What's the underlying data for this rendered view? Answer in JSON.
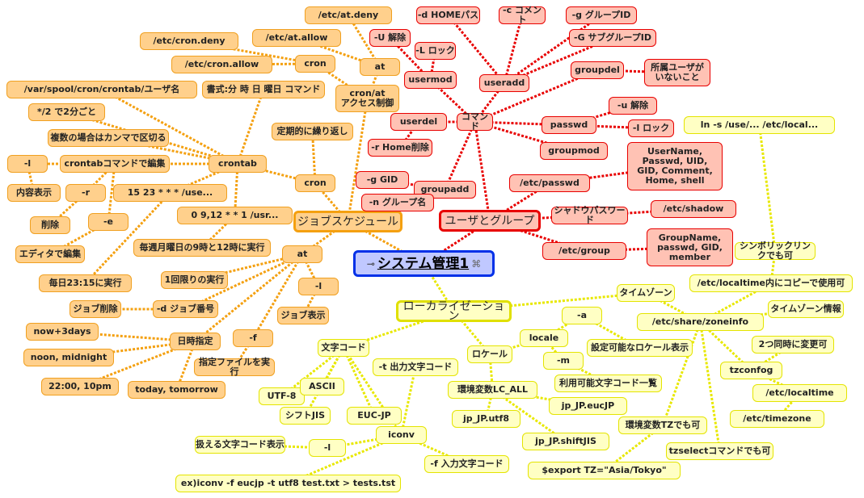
{
  "colors": {
    "jobs": "#f4a010",
    "users": "#e80000",
    "loc": "#e8e800",
    "center": "#0030e8"
  },
  "center": {
    "text": "システム管理1",
    "icon_left": "link-icon",
    "icon_right": "note-icon"
  },
  "nodes": [
    {
      "id": "jobs",
      "text": "ジョブスケジュール",
      "parent": "center",
      "group": "jobs",
      "main": true
    },
    {
      "id": "users",
      "text": "ユーザとグループ",
      "parent": "center",
      "group": "users",
      "main": true
    },
    {
      "id": "loc",
      "text": "ローカライゼーション",
      "parent": "center",
      "group": "loc",
      "main": true
    },
    {
      "id": "ctrl",
      "text": "cron/at\nアクセス制御",
      "parent": "jobs",
      "group": "jobs"
    },
    {
      "id": "cron1",
      "text": "cron",
      "parent": "ctrl",
      "group": "jobs"
    },
    {
      "id": "at1",
      "text": "at",
      "parent": "ctrl",
      "group": "jobs"
    },
    {
      "id": "crondeny",
      "text": "/etc/cron.deny",
      "parent": "cron1",
      "group": "jobs"
    },
    {
      "id": "cronallow",
      "text": "/etc/cron.allow",
      "parent": "cron1",
      "group": "jobs"
    },
    {
      "id": "atdeny",
      "text": "/etc/at.deny",
      "parent": "at1",
      "group": "jobs"
    },
    {
      "id": "atallow",
      "text": "/etc/at.allow",
      "parent": "at1",
      "group": "jobs"
    },
    {
      "id": "cron2",
      "text": "cron",
      "parent": "jobs",
      "group": "jobs"
    },
    {
      "id": "teiki",
      "text": "定期的に繰り返し",
      "parent": "cron2",
      "group": "jobs"
    },
    {
      "id": "crontab",
      "text": "crontab",
      "parent": "cron2",
      "group": "jobs"
    },
    {
      "id": "path",
      "text": "/var/spool/cron/crontab/ユーザ名",
      "parent": "crontab",
      "group": "jobs"
    },
    {
      "id": "shoshiki",
      "text": "書式:分 時 日 曜日 コマンド",
      "parent": "crontab",
      "group": "jobs"
    },
    {
      "id": "every2",
      "text": "*/2 で2分ごと",
      "parent": "crontab",
      "group": "jobs"
    },
    {
      "id": "comma",
      "text": "複数の場合はカンマで区切る",
      "parent": "crontab",
      "group": "jobs"
    },
    {
      "id": "cmdedit",
      "text": "crontabコマンドで編集",
      "parent": "crontab",
      "group": "jobs"
    },
    {
      "id": "cl",
      "text": "-l",
      "parent": "cmdedit",
      "group": "jobs"
    },
    {
      "id": "naiyo",
      "text": "内容表示",
      "parent": "cl",
      "group": "jobs"
    },
    {
      "id": "cr",
      "text": "-r",
      "parent": "cmdedit",
      "group": "jobs"
    },
    {
      "id": "sakujo",
      "text": "削除",
      "parent": "cr",
      "group": "jobs"
    },
    {
      "id": "ce",
      "text": "-e",
      "parent": "cmdedit",
      "group": "jobs"
    },
    {
      "id": "editor",
      "text": "エディタで編集",
      "parent": "ce",
      "group": "jobs"
    },
    {
      "id": "ex1523",
      "text": "15 23 * * * /use...",
      "parent": "crontab",
      "group": "jobs"
    },
    {
      "id": "daily",
      "text": "毎日23:15に実行",
      "parent": "ex1523",
      "group": "jobs"
    },
    {
      "id": "ex0912",
      "text": "0 9,12 * * 1 /usr...",
      "parent": "crontab",
      "group": "jobs"
    },
    {
      "id": "weekly",
      "text": "毎週月曜日の9時と12時に実行",
      "parent": "ex0912",
      "group": "jobs"
    },
    {
      "id": "at2",
      "text": "at",
      "parent": "jobs",
      "group": "jobs"
    },
    {
      "id": "once",
      "text": "1回限りの実行",
      "parent": "at2",
      "group": "jobs"
    },
    {
      "id": "atl",
      "text": "-l",
      "parent": "at2",
      "group": "jobs"
    },
    {
      "id": "jobshow",
      "text": "ジョブ表示",
      "parent": "atl",
      "group": "jobs"
    },
    {
      "id": "dnum",
      "text": "-d ジョブ番号",
      "parent": "at2",
      "group": "jobs"
    },
    {
      "id": "jobdel",
      "text": "ジョブ削除",
      "parent": "dnum",
      "group": "jobs"
    },
    {
      "id": "datetime",
      "text": "日時指定",
      "parent": "at2",
      "group": "jobs"
    },
    {
      "id": "now3",
      "text": "now+3days",
      "parent": "datetime",
      "group": "jobs"
    },
    {
      "id": "noon",
      "text": "noon, midnight",
      "parent": "datetime",
      "group": "jobs"
    },
    {
      "id": "t2200",
      "text": "22:00, 10pm",
      "parent": "datetime",
      "group": "jobs"
    },
    {
      "id": "today",
      "text": "today, tomorrow",
      "parent": "datetime",
      "group": "jobs"
    },
    {
      "id": "atf",
      "text": "-f",
      "parent": "at2",
      "group": "jobs"
    },
    {
      "id": "fileexec",
      "text": "指定ファイルを実行",
      "parent": "atf",
      "group": "jobs"
    },
    {
      "id": "cmd",
      "text": "コマンド",
      "parent": "users",
      "group": "users"
    },
    {
      "id": "usermod",
      "text": "usermod",
      "parent": "cmd",
      "group": "users"
    },
    {
      "id": "uU",
      "text": "-U 解除",
      "parent": "usermod",
      "group": "users"
    },
    {
      "id": "uL",
      "text": "-L ロック",
      "parent": "usermod",
      "group": "users"
    },
    {
      "id": "useradd",
      "text": "useradd",
      "parent": "cmd",
      "group": "users"
    },
    {
      "id": "ad",
      "text": "-d HOMEパス",
      "parent": "useradd",
      "group": "users"
    },
    {
      "id": "ac",
      "text": "-c コメント",
      "parent": "useradd",
      "group": "users"
    },
    {
      "id": "ag",
      "text": "-g グループID",
      "parent": "useradd",
      "group": "users"
    },
    {
      "id": "aG",
      "text": "-G サブグループID",
      "parent": "useradd",
      "group": "users"
    },
    {
      "id": "groupdel",
      "text": "groupdel",
      "parent": "cmd",
      "group": "users"
    },
    {
      "id": "shozoku",
      "text": "所属ユーザが\nいないこと",
      "parent": "groupdel",
      "group": "users"
    },
    {
      "id": "userdel",
      "text": "userdel",
      "parent": "cmd",
      "group": "users"
    },
    {
      "id": "rhome",
      "text": "-r Home削除",
      "parent": "userdel",
      "group": "users"
    },
    {
      "id": "passwd",
      "text": "passwd",
      "parent": "cmd",
      "group": "users"
    },
    {
      "id": "pu",
      "text": "-u 解除",
      "parent": "passwd",
      "group": "users"
    },
    {
      "id": "pl",
      "text": "-l ロック",
      "parent": "passwd",
      "group": "users"
    },
    {
      "id": "groupmod",
      "text": "groupmod",
      "parent": "cmd",
      "group": "users"
    },
    {
      "id": "groupadd",
      "text": "groupadd",
      "parent": "cmd",
      "group": "users"
    },
    {
      "id": "ggid",
      "text": "-g GID",
      "parent": "groupadd",
      "group": "users"
    },
    {
      "id": "ngrp",
      "text": "-n グループ名",
      "parent": "groupadd",
      "group": "users"
    },
    {
      "id": "passwdf",
      "text": "/etc/passwd",
      "parent": "users",
      "group": "users"
    },
    {
      "id": "userfields",
      "text": "UserName,\nPasswd, UID,\nGID, Comment,\nHome, shell",
      "parent": "passwdf",
      "group": "users"
    },
    {
      "id": "shadowlbl",
      "text": "シャドウパスワード",
      "parent": "users",
      "group": "users"
    },
    {
      "id": "etcshadow",
      "text": "/etc/shadow",
      "parent": "shadowlbl",
      "group": "users"
    },
    {
      "id": "groupf",
      "text": "/etc/group",
      "parent": "users",
      "group": "users"
    },
    {
      "id": "groupfields",
      "text": "GroupName,\npasswd, GID,\nmember",
      "parent": "groupf",
      "group": "users"
    },
    {
      "id": "moji",
      "text": "文字コード",
      "parent": "loc",
      "group": "loc"
    },
    {
      "id": "utf8",
      "text": "UTF-8",
      "parent": "moji",
      "group": "loc"
    },
    {
      "id": "ascii",
      "text": "ASCII",
      "parent": "moji",
      "group": "loc"
    },
    {
      "id": "sjis",
      "text": "シフトJIS",
      "parent": "moji",
      "group": "loc"
    },
    {
      "id": "eucjp",
      "text": "EUC-JP",
      "parent": "moji",
      "group": "loc"
    },
    {
      "id": "iconv",
      "text": "iconv",
      "parent": "moji",
      "group": "loc"
    },
    {
      "id": "iconvt",
      "text": "-t 出力文字コード",
      "parent": "iconv",
      "group": "loc"
    },
    {
      "id": "iconvl",
      "text": "-l",
      "parent": "iconv",
      "group": "loc"
    },
    {
      "id": "atsukau",
      "text": "扱える文字コード表示",
      "parent": "iconvl",
      "group": "loc"
    },
    {
      "id": "iconvf",
      "text": "-f 入力文字コード",
      "parent": "iconv",
      "group": "loc"
    },
    {
      "id": "iconvex",
      "text": "ex)iconv -f eucjp -t utf8 test.txt > tests.tst",
      "parent": "iconv",
      "group": "loc"
    },
    {
      "id": "localelbl",
      "text": "ロケール",
      "parent": "loc",
      "group": "loc"
    },
    {
      "id": "localecmd",
      "text": "locale",
      "parent": "localelbl",
      "group": "loc"
    },
    {
      "id": "la",
      "text": "-a",
      "parent": "localecmd",
      "group": "loc"
    },
    {
      "id": "settable",
      "text": "設定可能なロケール表示",
      "parent": "la",
      "group": "loc"
    },
    {
      "id": "lm",
      "text": "-m",
      "parent": "localecmd",
      "group": "loc"
    },
    {
      "id": "charlist",
      "text": "利用可能文字コード一覧",
      "parent": "lm",
      "group": "loc"
    },
    {
      "id": "lcall",
      "text": "環境変数LC_ALL",
      "parent": "localelbl",
      "group": "loc"
    },
    {
      "id": "jpeuc",
      "text": "jp_JP.eucJP",
      "parent": "lcall",
      "group": "loc"
    },
    {
      "id": "jputf8",
      "text": "jp_JP.utf8",
      "parent": "lcall",
      "group": "loc"
    },
    {
      "id": "jpsjis",
      "text": "jp_JP.shiftJIS",
      "parent": "lcall",
      "group": "loc"
    },
    {
      "id": "tz",
      "text": "タイムゾーン",
      "parent": "loc",
      "group": "loc"
    },
    {
      "id": "zoneinfo",
      "text": "/etc/share/zoneinfo",
      "parent": "tz",
      "group": "loc"
    },
    {
      "id": "tzinfo",
      "text": "タイムゾーン情報",
      "parent": "zoneinfo",
      "group": "loc"
    },
    {
      "id": "ltcopy",
      "text": "/etc/localtime内にコピーで使用可",
      "parent": "zoneinfo",
      "group": "loc"
    },
    {
      "id": "symlink",
      "text": "シンボリックリンクでも可",
      "parent": "ltcopy",
      "group": "loc"
    },
    {
      "id": "lns",
      "text": "ln -s /use/... /etc/local...",
      "parent": "symlink",
      "group": "loc"
    },
    {
      "id": "tzconfog",
      "text": "tzconfog",
      "parent": "zoneinfo",
      "group": "loc"
    },
    {
      "id": "twoat",
      "text": "2つ同時に変更可",
      "parent": "tzconfog",
      "group": "loc"
    },
    {
      "id": "etclt",
      "text": "/etc/localtime",
      "parent": "tzconfog",
      "group": "loc"
    },
    {
      "id": "etctz",
      "text": "/etc/timezone",
      "parent": "etclt",
      "group": "loc"
    },
    {
      "id": "envtz",
      "text": "環境変数TZでも可",
      "parent": "zoneinfo",
      "group": "loc"
    },
    {
      "id": "export",
      "text": "$export TZ=\"Asia/Tokyo\"",
      "parent": "envtz",
      "group": "loc"
    },
    {
      "id": "tzselect",
      "text": "tzselectコマンドでも可",
      "parent": "zoneinfo",
      "group": "loc"
    }
  ]
}
